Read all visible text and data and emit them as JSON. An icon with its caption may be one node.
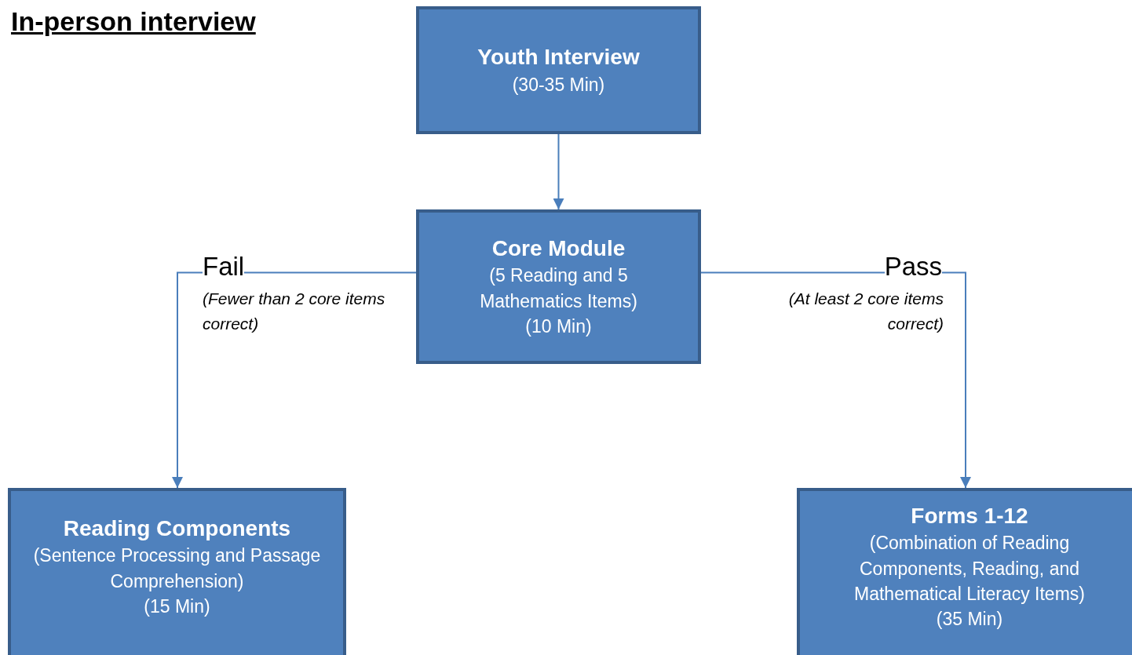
{
  "diagram": {
    "title": "In-person interview",
    "nodes": [
      {
        "text": [
          "Youth Interview",
          "(30-35 Min)"
        ]
      },
      {
        "text": [
          "Core Module",
          "(5 Reading and 5 Mathematics Items)",
          "(10 Min)"
        ]
      },
      {
        "text": [
          "Reading Components",
          "(Sentence Processing and Passage Comprehension)",
          "(15 Min)"
        ]
      },
      {
        "text": [
          "Forms 1-12",
          "(Combination of Reading Components, Reading, and Mathematical Literacy Items)",
          "(35 Min)"
        ]
      }
    ],
    "edges": [
      {
        "from": 0,
        "to": 1,
        "arrow": "to"
      },
      {
        "from": 1,
        "to": 2,
        "arrow": "to",
        "label": "Fail"
      },
      {
        "from": 1,
        "to": 3,
        "arrow": "to",
        "label": "Pass"
      }
    ],
    "labels": [
      "(Fewer than 2 core items correct)",
      "(At least 2 core items correct)"
    ]
  }
}
